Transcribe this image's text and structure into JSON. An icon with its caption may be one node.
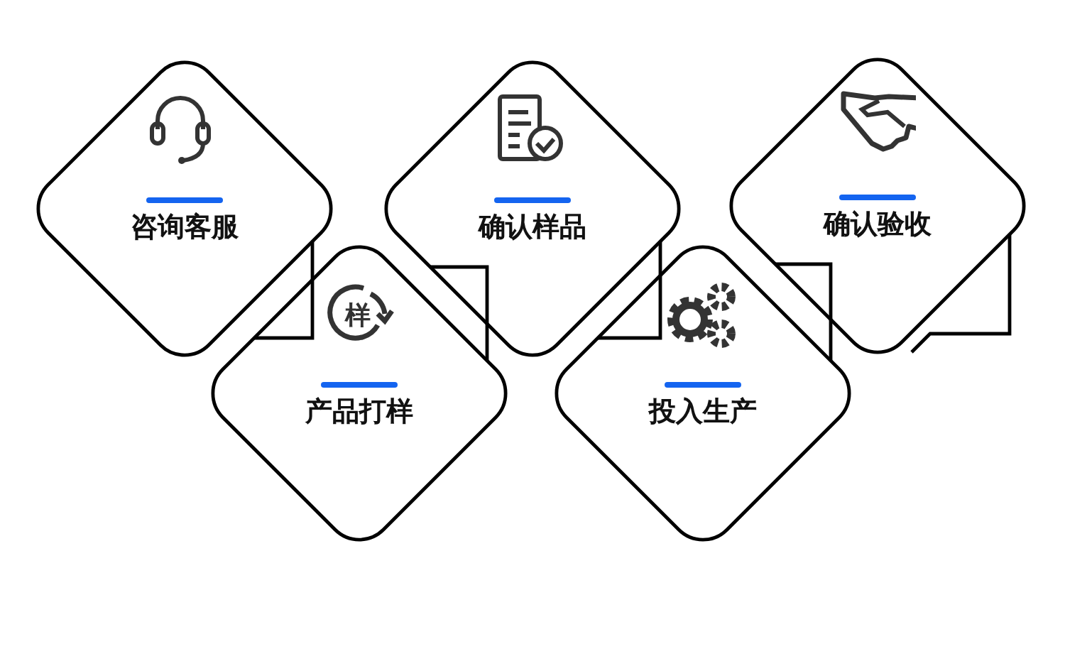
{
  "diagram": {
    "nodes": [
      {
        "text": [
          "咨询客服"
        ]
      },
      {
        "text": [
          "产品打样"
        ]
      },
      {
        "text": [
          "确认样品"
        ]
      },
      {
        "text": [
          "投入生产"
        ]
      },
      {
        "text": [
          "确认验收"
        ]
      }
    ],
    "edges": [
      {
        "from": 0,
        "to": 1,
        "arrow": "none"
      },
      {
        "from": 1,
        "to": 2,
        "arrow": "none"
      },
      {
        "from": 2,
        "to": 3,
        "arrow": "none"
      },
      {
        "from": 3,
        "to": 4,
        "arrow": "none"
      },
      {
        "from": 4,
        "to": null,
        "arrow": "none"
      }
    ],
    "labels": [
      "样"
    ]
  }
}
